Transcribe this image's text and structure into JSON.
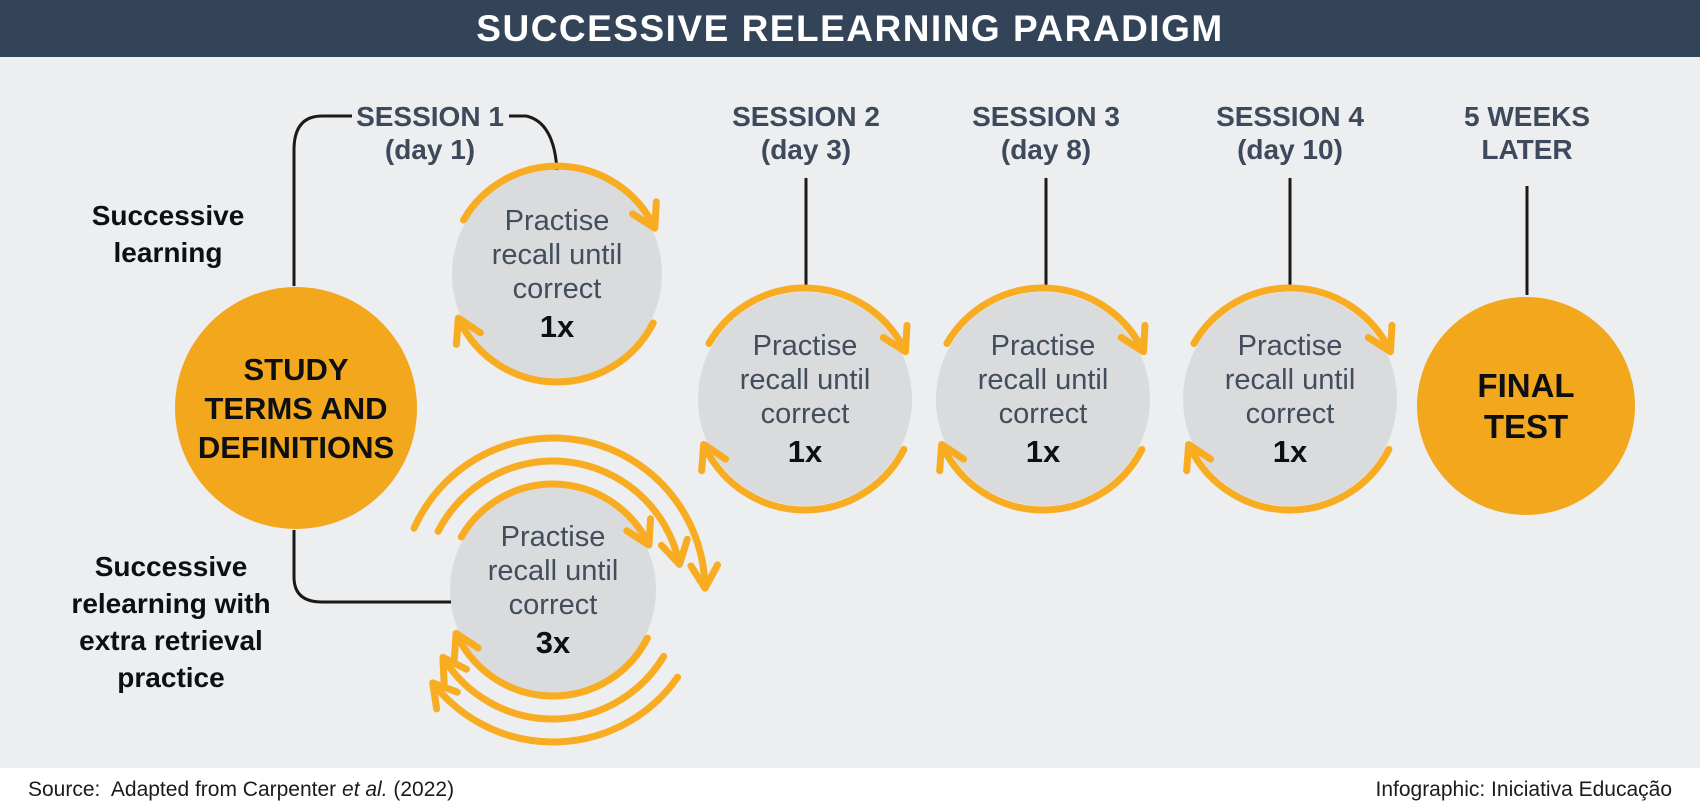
{
  "header": {
    "title": "SUCCESSIVE RELEARNING PARADIGM"
  },
  "colors": {
    "header_bg": "#334459",
    "body_bg": "#EDEEEF",
    "node_yellow": "#F2A71D",
    "node_gray": "#D9DBDD",
    "arrow_yellow": "#F8AC22",
    "connector_black": "#1a1a1a",
    "slate_text": "#424D5E",
    "session_text": "#3E4A5C"
  },
  "sessions": [
    {
      "line1": "SESSION 1",
      "line2": "(day 1)"
    },
    {
      "line1": "SESSION 2",
      "line2": "(day 3)"
    },
    {
      "line1": "SESSION 3",
      "line2": "(day 8)"
    },
    {
      "line1": "SESSION 4",
      "line2": "(day 10)"
    },
    {
      "line1": "5 WEEKS",
      "line2": "LATER"
    }
  ],
  "branch_labels": {
    "learning": {
      "lines": [
        "Successive",
        "learning"
      ]
    },
    "relearning": {
      "lines": [
        "Successive",
        "relearning with",
        "extra retrieval",
        "practice"
      ]
    }
  },
  "nodes": {
    "study": {
      "lines": [
        "STUDY",
        "TERMS AND",
        "DEFINITIONS"
      ]
    },
    "practise": {
      "lines": [
        "Practise",
        "recall until",
        "correct"
      ]
    },
    "final": {
      "lines": [
        "FINAL",
        "TEST"
      ]
    },
    "repetitions": {
      "session1_learning": "1x",
      "session1_relearning": "3x",
      "session2": "1x",
      "session3": "1x",
      "session4": "1x"
    }
  },
  "footer": {
    "source_prefix": "Source:  Adapted from Carpenter ",
    "source_italic": "et al.",
    "source_suffix": " (2022)",
    "credit": "Infographic: Iniciativa Educação"
  }
}
